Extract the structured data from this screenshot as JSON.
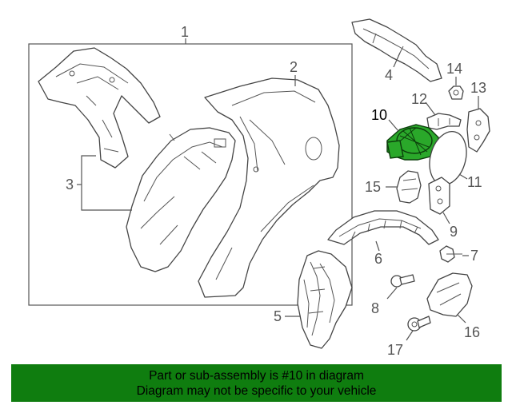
{
  "callouts": {
    "c1": "1",
    "c2": "2",
    "c3": "3",
    "c4": "4",
    "c5": "5",
    "c6": "6",
    "c7": "7",
    "c8": "8",
    "c9": "9",
    "c10": "10",
    "c11": "11",
    "c12": "12",
    "c13": "13",
    "c14": "14",
    "c15": "15",
    "c16": "16",
    "c17": "17"
  },
  "highlight_color": "#2aa82a",
  "banner": {
    "line1": "Part or sub-assembly is #10 in diagram",
    "line2": "Diagram may not be specific to your vehicle",
    "background": "#0f7d0f"
  }
}
